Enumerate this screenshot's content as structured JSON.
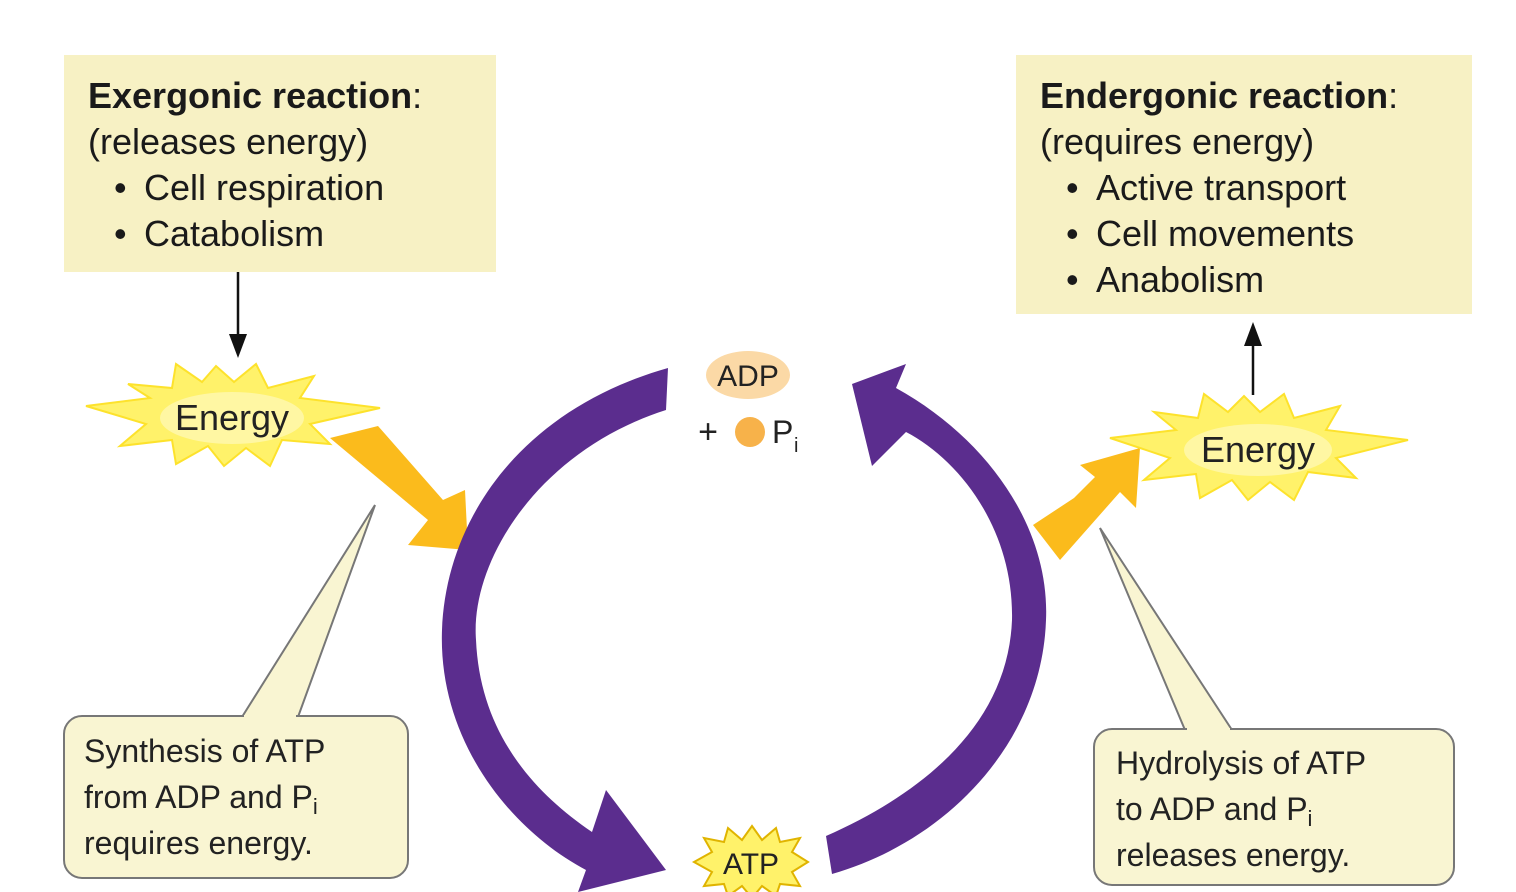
{
  "exergonic": {
    "title": "Exergonic reaction",
    "colon": ":",
    "subtitle": "(releases energy)",
    "items": [
      "Cell respiration",
      "Catabolism"
    ]
  },
  "endergonic": {
    "title": "Endergonic reaction",
    "colon": ":",
    "subtitle": "(requires energy)",
    "items": [
      "Active transport",
      "Cell movements",
      "Anabolism"
    ]
  },
  "energy_left": "Energy",
  "energy_right": "Energy",
  "adp": {
    "label": "ADP",
    "plus": "+",
    "pi": "P",
    "pi_sub": "i"
  },
  "atp": "ATP",
  "synthesis": {
    "line1": "Synthesis of ATP",
    "line2": "from ADP and P",
    "line2_sub": "i",
    "line3": "requires energy."
  },
  "hydrolysis": {
    "line1": "Hydrolysis of ATP",
    "line2": "to ADP and P",
    "line2_sub": "i",
    "line3": "releases energy."
  },
  "colors": {
    "cycle_arrow": "#5b2d8e",
    "energy_arrow": "#fbbb1c",
    "burst_outer": "#fff26a",
    "burst_inner": "#fff7a3",
    "box_fill": "#f7f1c4",
    "adp_fill": "#fbd9a6",
    "pi_dot": "#f7b24a"
  }
}
